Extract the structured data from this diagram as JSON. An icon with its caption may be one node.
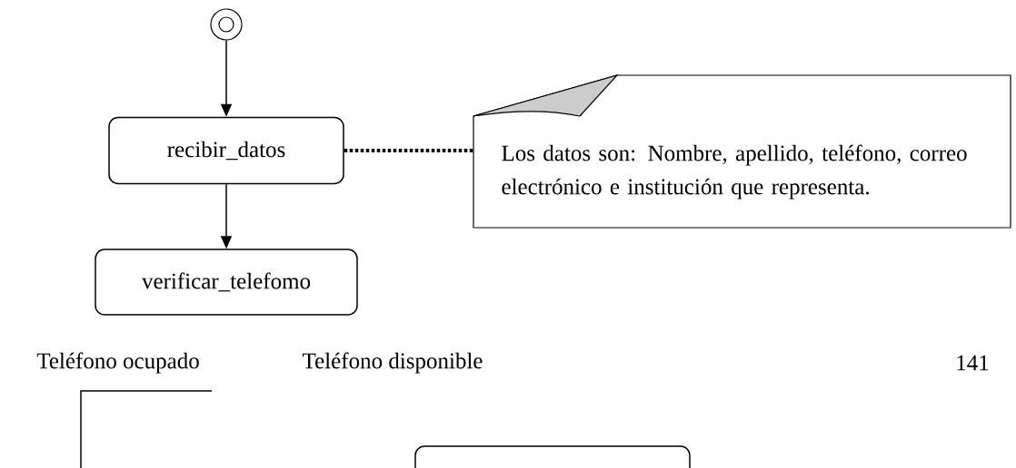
{
  "diagram": {
    "nodes": [
      {
        "text": [],
        "shape": "circle"
      },
      {
        "text": [
          "recibir_datos"
        ]
      },
      {
        "text": [
          "verificar_telefomo"
        ]
      },
      {
        "text": [
          "Los datos son: Nombre, apellido, teléfono, correo electrónico e institución que representa."
        ]
      },
      {
        "text": [],
        "shape": "box"
      }
    ],
    "edges": [
      {
        "from": 0,
        "to": 1,
        "arrow": "to"
      },
      {
        "from": 1,
        "to": 2,
        "arrow": "to"
      },
      {
        "from": 1,
        "to": 3,
        "arrow": "none",
        "style": "dashed"
      }
    ],
    "labels": [
      "Teléfono ocupado",
      "Teléfono disponible",
      "141"
    ]
  }
}
